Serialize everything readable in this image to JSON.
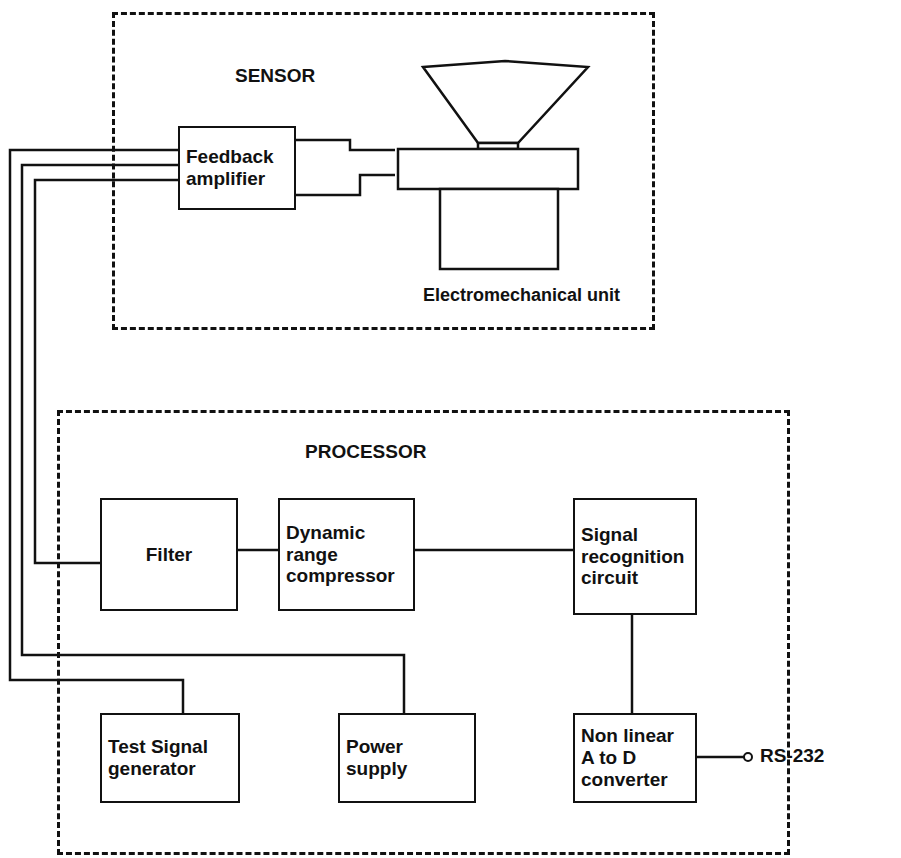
{
  "diagram": {
    "nodes": [
      {
        "text": [
          "SENSOR"
        ]
      },
      {
        "text": [
          "Feedback amplifier"
        ],
        "in": 0
      },
      {
        "text": [
          "Electromechanical unit"
        ],
        "in": 0
      },
      {
        "text": [
          "PROCESSOR"
        ]
      },
      {
        "text": [
          "Filter"
        ],
        "in": 3
      },
      {
        "text": [
          "Dynamic range compressor"
        ],
        "in": 3
      },
      {
        "text": [
          "Signal recognition circuit"
        ],
        "in": 3
      },
      {
        "text": [
          "Test Signal generator"
        ],
        "in": 3
      },
      {
        "text": [
          "Power supply"
        ],
        "in": 3
      },
      {
        "text": [
          "Non linear A to D converter"
        ],
        "in": 3
      }
    ],
    "edges": [
      {
        "from": 1,
        "to": 2,
        "arrow": "none"
      },
      {
        "from": 1,
        "to": 2,
        "arrow": "none"
      },
      {
        "from": 1,
        "to": 4,
        "arrow": "none"
      },
      {
        "from": 1,
        "to": 7,
        "arrow": "none"
      },
      {
        "from": 1,
        "to": 8,
        "arrow": "none"
      },
      {
        "from": 4,
        "to": 5,
        "arrow": "none"
      },
      {
        "from": 5,
        "to": 6,
        "arrow": "none"
      },
      {
        "from": 6,
        "to": 9,
        "arrow": "none"
      }
    ],
    "labels": [
      "RS-232"
    ]
  }
}
